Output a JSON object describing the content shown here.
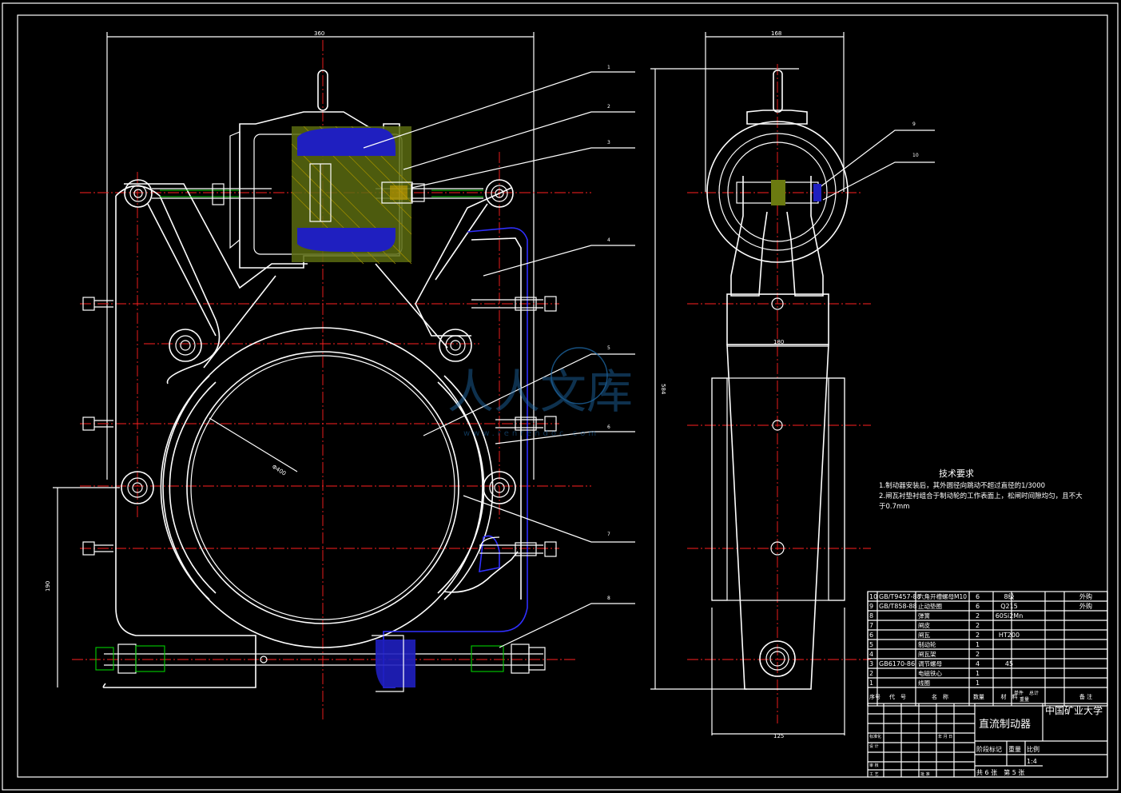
{
  "dimensions": {
    "width_360": "360",
    "width_168": "168",
    "height_584": "584",
    "width_180": "180",
    "width_125": "125",
    "height_190": "190",
    "phi": "Φ400"
  },
  "callouts": [
    "1",
    "2",
    "3",
    "4",
    "5",
    "6",
    "7",
    "8",
    "9",
    "10"
  ],
  "tech_requirements": {
    "title": "技术要求",
    "line1": "1.制动器安装后，其外圆径向跳动不超过直径的1/3000",
    "line2": "2.闸瓦衬垫衬组合于制动轮的工作表面上，松闸时间隙均匀，且不大",
    "line3": "于0.7mm"
  },
  "parts_list": {
    "rows": [
      {
        "no": "10",
        "code": "GB/T9457-88",
        "name": "六角开槽螺母M10",
        "qty": "6",
        "material": "8级",
        "note": "外购"
      },
      {
        "no": "9",
        "code": "GB/T858-88",
        "name": "止动垫圈",
        "qty": "6",
        "material": "Q215",
        "note": "外购"
      },
      {
        "no": "8",
        "code": "",
        "name": "弹簧",
        "qty": "2",
        "material": "60Si2Mn",
        "note": ""
      },
      {
        "no": "7",
        "code": "",
        "name": "闸皮",
        "qty": "2",
        "material": "",
        "note": ""
      },
      {
        "no": "6",
        "code": "",
        "name": "闸瓦",
        "qty": "2",
        "material": "HT200",
        "note": ""
      },
      {
        "no": "5",
        "code": "",
        "name": "制动轮",
        "qty": "1",
        "material": "",
        "note": ""
      },
      {
        "no": "4",
        "code": "",
        "name": "闸瓦架",
        "qty": "2",
        "material": "",
        "note": ""
      },
      {
        "no": "3",
        "code": "GB6170-86",
        "name": "调节螺母",
        "qty": "4",
        "material": "45",
        "note": ""
      },
      {
        "no": "2",
        "code": "",
        "name": "电磁铁心",
        "qty": "1",
        "material": "",
        "note": ""
      },
      {
        "no": "1",
        "code": "",
        "name": "线圈",
        "qty": "1",
        "material": "",
        "note": ""
      }
    ],
    "header": {
      "no": "序号",
      "code": "代　号",
      "name": "名　称",
      "qty": "数量",
      "material": "材　料",
      "unit_weight": "单件",
      "total": "总计",
      "weight": "重量",
      "note": "备 注"
    }
  },
  "title_block": {
    "drawing_title": "直流制动器",
    "school": "中国矿业大学",
    "scale_label": "比例",
    "weight_label": "重量",
    "stage_label": "阶段标记",
    "scale": "1:4",
    "sheets": "共 6 张　第 5 张",
    "design": "设 计",
    "check": "审 核",
    "craft": "工 艺",
    "approve": "批 准",
    "standard": "标准化",
    "date": "年 月 日"
  },
  "watermark": {
    "text": "人人文库",
    "url": "www.renrendoc.com"
  }
}
